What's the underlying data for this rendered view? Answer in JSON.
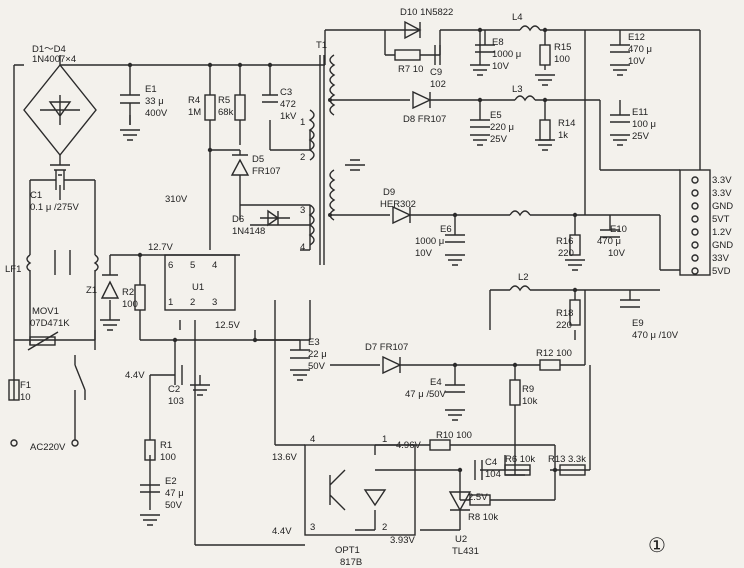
{
  "labels": {
    "d1d4": "D1～D4",
    "bridge": "1N4007×4",
    "c1": "C1",
    "c1v": "0.1 μ /275V",
    "lf1": "LF1",
    "mov1": "MOV1",
    "mov1v": "07D471K",
    "f1": "F1",
    "f1v": "10",
    "ac": "AC220V",
    "e1": "E1",
    "e1v": "33 μ",
    "e1v2": "400V",
    "r4": "R4",
    "r4v": "1M",
    "r5": "R5",
    "r5v": "68k",
    "c3": "C3",
    "c3v": "472",
    "c3v2": "1kV",
    "d5": "D5",
    "d5v": "FR107",
    "v310": "310V",
    "d6": "D6",
    "d6v": "1N4148",
    "v127": "12.7V",
    "z1": "Z1",
    "r2": "R2",
    "r2v": "100",
    "u1": "U1",
    "u1p6": "6",
    "u1p5": "5",
    "u1p4": "4",
    "u1p1": "1",
    "u1p2": "2",
    "u1p3": "3",
    "v125": "12.5V",
    "v44a": "4.4V",
    "c2": "C2",
    "c2v": "103",
    "r1": "R1",
    "r1v": "100",
    "e2": "E2",
    "e2v": "47 μ",
    "e2v2": "50V",
    "t1": "T1",
    "t1p1": "1",
    "t1p2": "2",
    "t1p3": "3",
    "t1p4": "4",
    "e3": "E3",
    "e3v": "22 μ",
    "e3v2": "50V",
    "d10": "D10 1N5822",
    "r7": "R7 10",
    "c9": "C9",
    "c9v": "102",
    "l4": "L4",
    "e8": "E8",
    "e8v": "1000 μ",
    "e8v2": "10V",
    "r15": "R15",
    "r15v": "100",
    "e12": "E12",
    "e12v": "470 μ",
    "e12v2": "10V",
    "d8": "D8 FR107",
    "l3": "L3",
    "e5": "E5",
    "e5v": "220 μ",
    "e5v2": "25V",
    "r14": "R14",
    "r14v": "1k",
    "e11": "E11",
    "e11v": "100 μ",
    "e11v2": "25V",
    "d9": "D9",
    "d9v": "HER302",
    "e6": "E6",
    "e6v": "1000 μ",
    "e6v2": "10V",
    "r16": "R16",
    "r16v": "220",
    "e10": "E10",
    "e10v": "470 μ",
    "e10v2": "10V",
    "l2": "L2",
    "r18": "R18",
    "r18v": "220",
    "e9": "E9",
    "e9v": "470 μ /10V",
    "d7": "D7 FR107",
    "r12": "R12 100",
    "r9": "R9",
    "r9v": "10k",
    "e4": "E4",
    "e4v": "47 μ /50V",
    "opt1p4": "4",
    "opt1p1": "1",
    "opt1p3": "3",
    "opt1p2": "2",
    "v136": "13.6V",
    "v496": "4.96V",
    "r10": "R10 100",
    "c4": "C4",
    "c4v": "104",
    "r6": "R6 10k",
    "r13": "R13",
    "r13v": "3.3k",
    "v25": "2.5V",
    "r8": "R8 10k",
    "v44b": "4.4V",
    "opt1": "OPT1",
    "opt1v": "817B",
    "v393": "3.93V",
    "u2": "U2",
    "u2v": "TL431",
    "figno": "①"
  },
  "connector": [
    "3.3V",
    "3.3V",
    "GND",
    "5VT",
    "1.2V",
    "GND",
    "33V",
    "5VD"
  ]
}
